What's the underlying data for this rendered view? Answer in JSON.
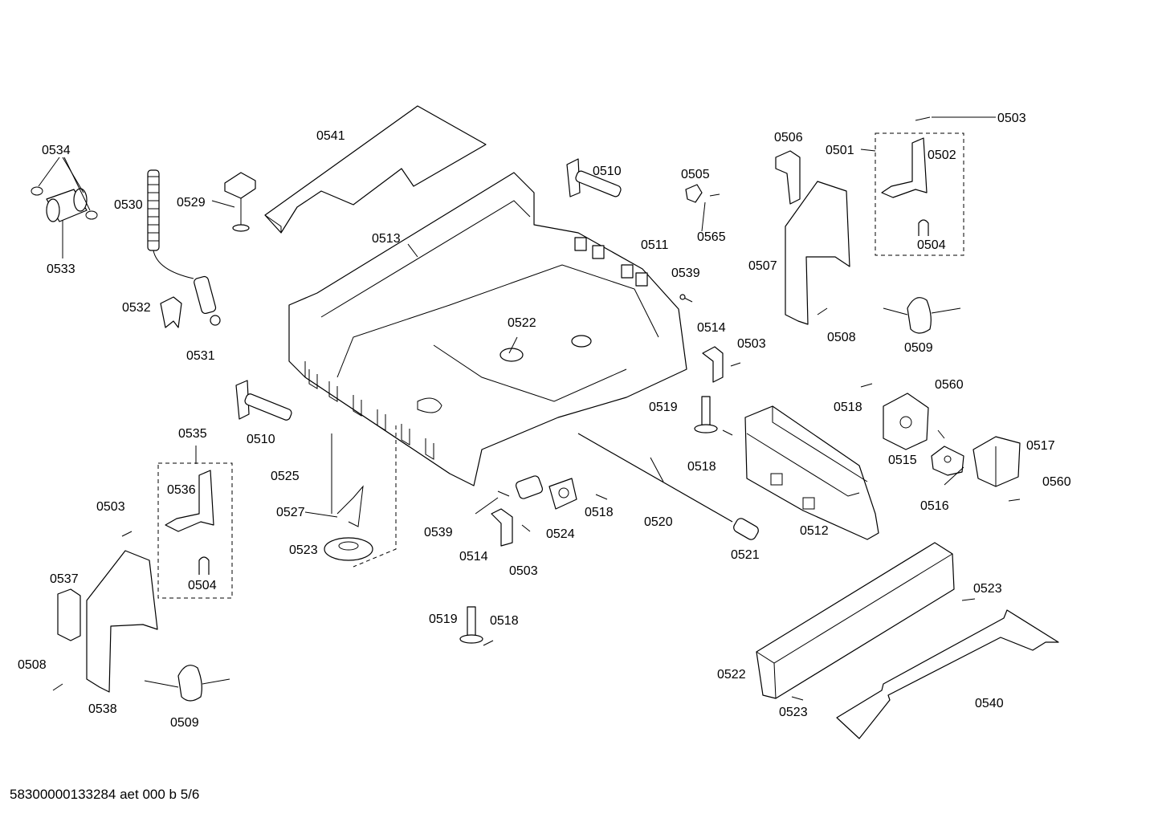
{
  "diagram": {
    "labels": [
      "0541",
      "0534",
      "0530",
      "0529",
      "0533",
      "0532",
      "0531",
      "0513",
      "0510",
      "0505",
      "0565",
      "0511",
      "0539",
      "0522",
      "0514",
      "0503",
      "0506",
      "0501",
      "0502",
      "0503",
      "0504",
      "0507",
      "0508",
      "0509",
      "0510",
      "0535",
      "0536",
      "0503",
      "0504",
      "0525",
      "0527",
      "0523",
      "0537",
      "0508",
      "0538",
      "0509",
      "0539",
      "0514",
      "0503",
      "0524",
      "0518",
      "0520",
      "0521",
      "0519",
      "0518",
      "0519",
      "0518",
      "0512",
      "0518",
      "0560",
      "0517",
      "0515",
      "0516",
      "0560",
      "0523",
      "0522",
      "0523",
      "0540"
    ]
  },
  "footer": {
    "text": "58300000133284 aet 000 b 5/6"
  }
}
